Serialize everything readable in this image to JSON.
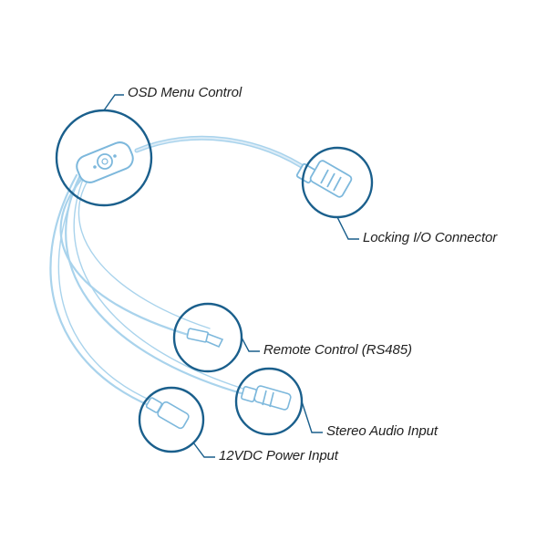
{
  "colors": {
    "cable": "#a9d3ec",
    "cable_dark": "#7db8dc",
    "ring": "#1a5f8c",
    "leader": "#1a5f8c",
    "text": "#1f1f1f"
  },
  "labels": {
    "osd": "OSD Menu Control",
    "locking": "Locking I/O Connector",
    "remote": "Remote Control (RS485)",
    "audio": "Stereo Audio Input",
    "power": "12VDC Power Input"
  }
}
